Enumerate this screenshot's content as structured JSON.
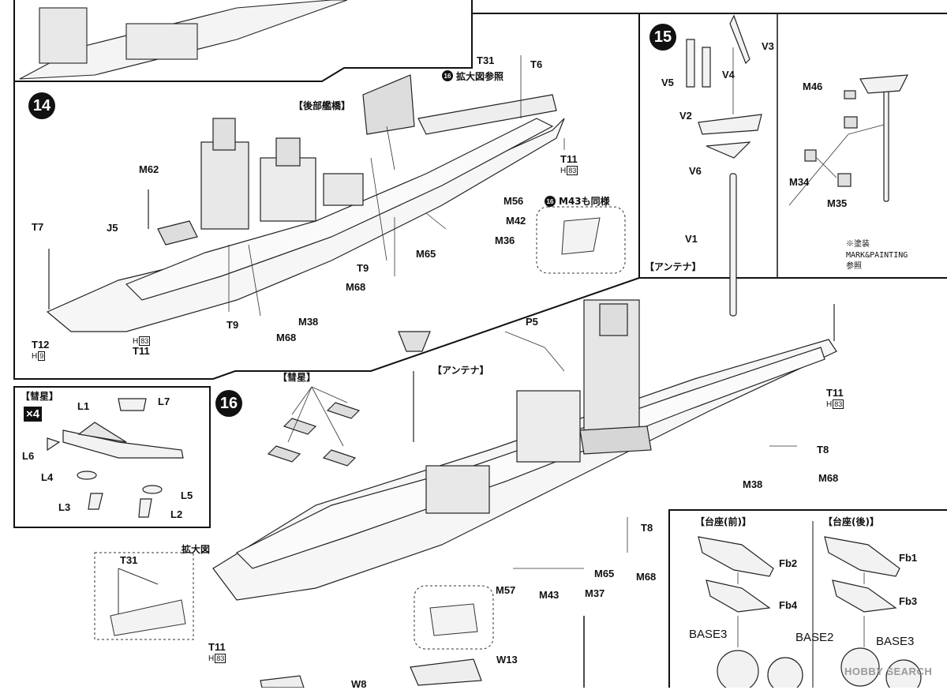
{
  "steps": {
    "s14": "14",
    "s15": "15",
    "s16": "16"
  },
  "labels_step14": {
    "aft_bridge": "【後部艦橋】",
    "ref_note": "拡大図参照",
    "m43_note": "M43も同様",
    "parts": [
      "T31",
      "T6",
      "T11",
      "M62",
      "J5",
      "T7",
      "M56",
      "M42",
      "M36",
      "M65",
      "T9",
      "M68",
      "T9",
      "M38",
      "M68",
      "T12",
      "T11"
    ],
    "t11_sub": "H",
    "t11_sub_num": "83",
    "t12_sub": "H",
    "t12_sub_num": "9",
    "t11b_sub": "H",
    "t11b_sub_num": "83",
    "ref_mini": "16",
    "m43_mini": "16"
  },
  "labels_step15": {
    "parts": [
      "V3",
      "V5",
      "V4",
      "V2",
      "V6",
      "V1",
      "M46",
      "M34",
      "M35"
    ],
    "antenna": "【アンテナ】",
    "note_line1": "※塗装",
    "note_line2": "MARK&PAINTING",
    "note_line3": "参照"
  },
  "labels_step16": {
    "suisei": "【彗星】",
    "antenna": "【アンテナ】",
    "zoom": "拡大図",
    "parts": [
      "P5",
      "T11",
      "T8",
      "M38",
      "M68",
      "T8",
      "M65",
      "M68",
      "M57",
      "M43",
      "M37",
      "T31",
      "T11",
      "W13",
      "W8"
    ],
    "t11_sub": "H",
    "t11_sub_num": "83",
    "t11b_sub": "H",
    "t11b_sub_num": "83"
  },
  "labels_suisei_box": {
    "title": "【彗星】",
    "mult": "×4",
    "parts": [
      "L1",
      "L7",
      "L6",
      "L4",
      "L5",
      "L3",
      "L2"
    ]
  },
  "labels_base": {
    "front": "【台座(前)】",
    "rear": "【台座(後)】",
    "parts": [
      "Fb2",
      "Fb1",
      "Fb4",
      "Fb3"
    ],
    "base3a": "BASE3",
    "base2": "BASE2",
    "base3b": "BASE3"
  },
  "watermark": "HOBBY SEARCH"
}
